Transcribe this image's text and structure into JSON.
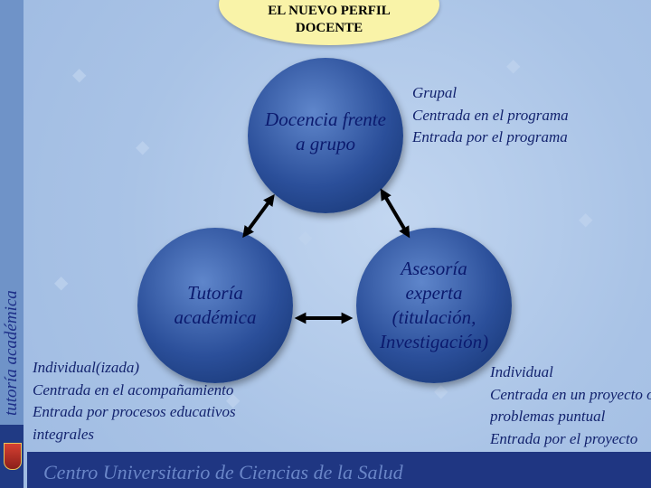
{
  "slide": {
    "title_line1": "EL NUEVO PERFIL",
    "title_line2": "DOCENTE",
    "sidebar_label": "tutoría académica",
    "footer": "Centro Universitario de Ciencias de la Salud"
  },
  "circles": {
    "top": {
      "line1": "Docencia frente",
      "line2": "a grupo"
    },
    "left": {
      "line1": "Tutoría",
      "line2": "académica"
    },
    "right": {
      "line1": "Asesoría",
      "line2": "experta",
      "line3": "(titulación,",
      "line4": "Investigación)"
    }
  },
  "notes": {
    "grupal": [
      "Grupal",
      "Centrada en el programa",
      "Entrada por el programa"
    ],
    "individualizada": [
      "Individual(izada)",
      "Centrada en el acompañamiento",
      "Entrada por procesos educativos",
      "integrales"
    ],
    "individual": [
      "Individual",
      "Centrada en un proyecto o",
      "problemas puntual",
      "Entrada por el proyecto"
    ]
  },
  "colors": {
    "circle_fill": "#2b4f9a",
    "title_fill": "#f9f3a8",
    "footer_bg": "#1f3682",
    "text": "#0b1a6e"
  }
}
